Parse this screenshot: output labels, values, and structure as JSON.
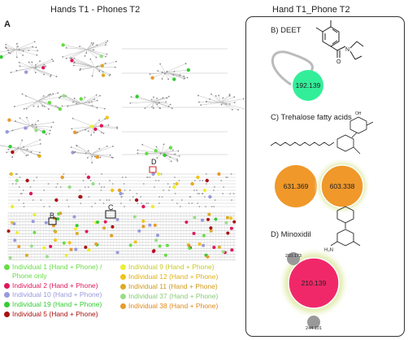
{
  "titles": {
    "left": "Hands T1 - Phones T2",
    "right": "Hand T1_Phone T2"
  },
  "panel_label": "A",
  "markers": [
    {
      "label": "D"
    },
    {
      "label": "C"
    },
    {
      "label": "B"
    }
  ],
  "legend": [
    {
      "text": "Individual 1 (Hand + Phone) /",
      "text2": "Phone only",
      "color": "#66dd44"
    },
    {
      "text": "Individual 2 (Hand + Phone)",
      "color": "#e0185a"
    },
    {
      "text": "Individual 10 (Hand + Phone)",
      "color": "#9999dd"
    },
    {
      "text": "Individual 19 (Hand + Phone)",
      "color": "#33cc33"
    },
    {
      "text": "Individual 5 (Hand + Phone)",
      "color": "#aa1111"
    },
    {
      "text": "Individual 9 (Hand + Phone)",
      "color": "#eeee33"
    },
    {
      "text": "Individual 12 (Hand + Phone)",
      "color": "#f0c419"
    },
    {
      "text": "Individual 11 (Hand + Phone)",
      "color": "#ddaa22"
    },
    {
      "text": "Individual 37 (Hand + Phone)",
      "color": "#99dd88"
    },
    {
      "text": "Individual 38 (Hand + Phone)",
      "color": "#e89a2a"
    }
  ],
  "sections": {
    "deet": {
      "label": "B) DEET",
      "node": "192.139",
      "node_color": "#33ee99"
    },
    "trehalose": {
      "label": "C) Trehalose fatty acids",
      "node1": "631.369",
      "node2": "603.338",
      "color": "#f0982a"
    },
    "minoxidil": {
      "label": "D) Minoxidil",
      "main": "210.139",
      "sat1": "210.173",
      "sat2": "244.101",
      "main_color": "#f0286a"
    }
  }
}
